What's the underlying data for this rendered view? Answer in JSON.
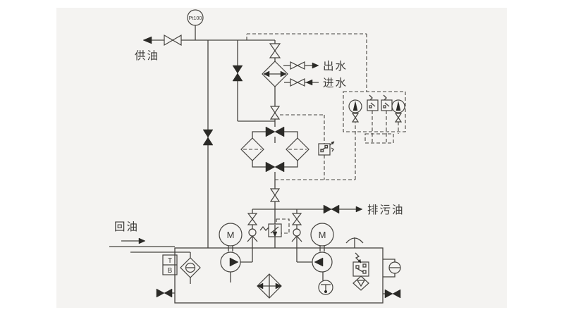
{
  "diagram": {
    "title_hint": "lubrication-oil-system-schematic",
    "labels": {
      "supply_oil": "供油",
      "water_out": "出水",
      "water_in": "进水",
      "waste_oil": "排污油",
      "return_oil": "回油",
      "temp_sensor": "Pt100",
      "level_gauge_top": "T",
      "level_gauge_bottom": "B",
      "motor_left": "M",
      "motor_right": "M"
    },
    "colors": {
      "background": "#f4f3f1",
      "line": "#45433f",
      "text": "#3b3a37",
      "fill_dark": "#2b2a27"
    },
    "components": [
      "pt100-temperature-sensor",
      "supply-shutoff-valve",
      "cooler-heat-exchanger",
      "duplex-filter-changeover",
      "pressure-gauge-panel",
      "relief-valve",
      "motor-pump-set-left",
      "motor-pump-set-right",
      "suction-strainer",
      "tank",
      "level-gauge-TB",
      "float-level-switch",
      "sight-glass",
      "breather",
      "heater",
      "thermometer",
      "drain-valves",
      "check-valves"
    ]
  }
}
